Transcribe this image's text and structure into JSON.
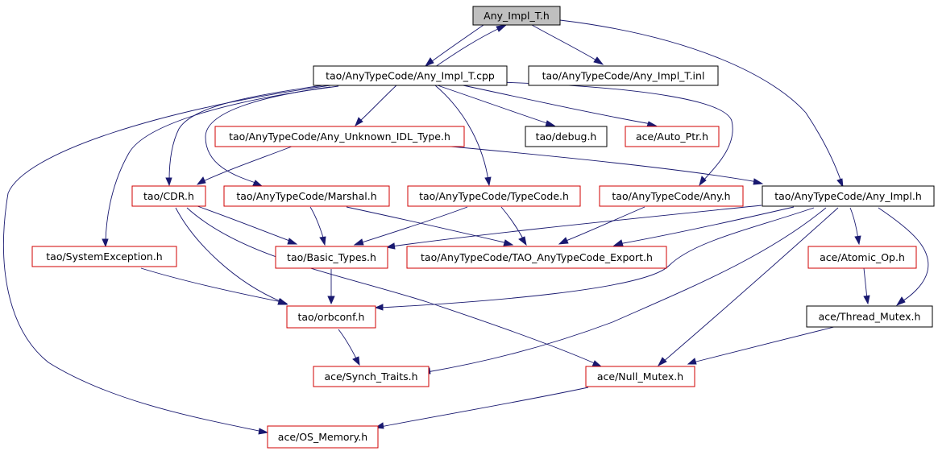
{
  "diagram": {
    "nodes": [
      {
        "id": "n_root",
        "label": "Any_Impl_T.h",
        "kind": "root"
      },
      {
        "id": "n_cpp",
        "label": "tao/AnyTypeCode/Any_Impl_T.cpp",
        "kind": "black"
      },
      {
        "id": "n_inl",
        "label": "tao/AnyTypeCode/Any_Impl_T.inl",
        "kind": "black"
      },
      {
        "id": "n_unknown",
        "label": "tao/AnyTypeCode/Any_Unknown_IDL_Type.h",
        "kind": "red"
      },
      {
        "id": "n_debug",
        "label": "tao/debug.h",
        "kind": "black"
      },
      {
        "id": "n_autoptr",
        "label": "ace/Auto_Ptr.h",
        "kind": "red"
      },
      {
        "id": "n_cdr",
        "label": "tao/CDR.h",
        "kind": "red"
      },
      {
        "id": "n_marshal",
        "label": "tao/AnyTypeCode/Marshal.h",
        "kind": "red"
      },
      {
        "id": "n_typecode",
        "label": "tao/AnyTypeCode/TypeCode.h",
        "kind": "red"
      },
      {
        "id": "n_any",
        "label": "tao/AnyTypeCode/Any.h",
        "kind": "red"
      },
      {
        "id": "n_anyimpl",
        "label": "tao/AnyTypeCode/Any_Impl.h",
        "kind": "black"
      },
      {
        "id": "n_sysexc",
        "label": "tao/SystemException.h",
        "kind": "red"
      },
      {
        "id": "n_basic",
        "label": "tao/Basic_Types.h",
        "kind": "red"
      },
      {
        "id": "n_export",
        "label": "tao/AnyTypeCode/TAO_AnyTypeCode_Export.h",
        "kind": "red"
      },
      {
        "id": "n_atomic",
        "label": "ace/Atomic_Op.h",
        "kind": "red"
      },
      {
        "id": "n_orbconf",
        "label": "tao/orbconf.h",
        "kind": "red"
      },
      {
        "id": "n_thread",
        "label": "ace/Thread_Mutex.h",
        "kind": "black"
      },
      {
        "id": "n_synch",
        "label": "ace/Synch_Traits.h",
        "kind": "red"
      },
      {
        "id": "n_null",
        "label": "ace/Null_Mutex.h",
        "kind": "red"
      },
      {
        "id": "n_osmem",
        "label": "ace/OS_Memory.h",
        "kind": "red"
      }
    ],
    "edges": [
      {
        "from": "n_root",
        "to": "n_cpp"
      },
      {
        "from": "n_cpp",
        "to": "n_root"
      },
      {
        "from": "n_root",
        "to": "n_inl"
      },
      {
        "from": "n_root",
        "to": "n_anyimpl"
      },
      {
        "from": "n_cpp",
        "to": "n_unknown"
      },
      {
        "from": "n_cpp",
        "to": "n_debug"
      },
      {
        "from": "n_cpp",
        "to": "n_autoptr"
      },
      {
        "from": "n_cpp",
        "to": "n_cdr"
      },
      {
        "from": "n_cpp",
        "to": "n_marshal"
      },
      {
        "from": "n_cpp",
        "to": "n_typecode"
      },
      {
        "from": "n_cpp",
        "to": "n_any"
      },
      {
        "from": "n_cpp",
        "to": "n_sysexc"
      },
      {
        "from": "n_cpp",
        "to": "n_osmem"
      },
      {
        "from": "n_unknown",
        "to": "n_cdr"
      },
      {
        "from": "n_unknown",
        "to": "n_anyimpl"
      },
      {
        "from": "n_cdr",
        "to": "n_basic"
      },
      {
        "from": "n_cdr",
        "to": "n_orbconf"
      },
      {
        "from": "n_cdr",
        "to": "n_null"
      },
      {
        "from": "n_marshal",
        "to": "n_basic"
      },
      {
        "from": "n_marshal",
        "to": "n_export"
      },
      {
        "from": "n_typecode",
        "to": "n_basic"
      },
      {
        "from": "n_typecode",
        "to": "n_export"
      },
      {
        "from": "n_any",
        "to": "n_export"
      },
      {
        "from": "n_anyimpl",
        "to": "n_basic"
      },
      {
        "from": "n_anyimpl",
        "to": "n_export"
      },
      {
        "from": "n_anyimpl",
        "to": "n_orbconf"
      },
      {
        "from": "n_anyimpl",
        "to": "n_synch"
      },
      {
        "from": "n_anyimpl",
        "to": "n_null"
      },
      {
        "from": "n_anyimpl",
        "to": "n_atomic"
      },
      {
        "from": "n_anyimpl",
        "to": "n_thread"
      },
      {
        "from": "n_sysexc",
        "to": "n_orbconf"
      },
      {
        "from": "n_basic",
        "to": "n_orbconf"
      },
      {
        "from": "n_orbconf",
        "to": "n_synch"
      },
      {
        "from": "n_atomic",
        "to": "n_thread"
      },
      {
        "from": "n_thread",
        "to": "n_null"
      },
      {
        "from": "n_null",
        "to": "n_osmem"
      }
    ]
  },
  "colors": {
    "edge": "#191970",
    "red_border": "#d00000",
    "black_border": "#000000",
    "root_fill": "#bfbfbf"
  }
}
